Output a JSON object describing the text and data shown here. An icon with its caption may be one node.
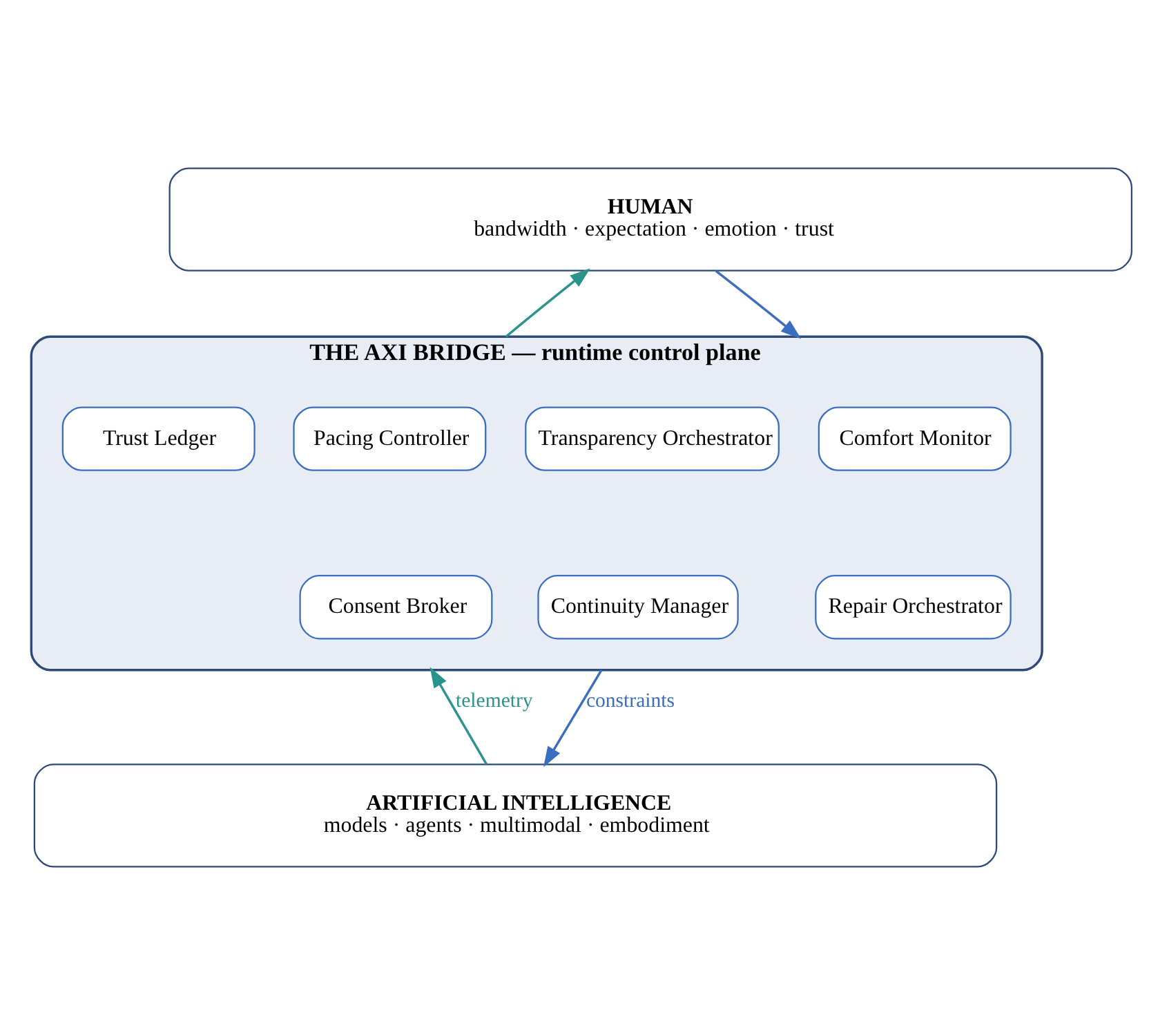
{
  "diagram": {
    "nodes": [
      {
        "text": [
          "HUMAN",
          "bandwidth · expectation · emotion · trust"
        ]
      },
      {
        "text": [
          "THE AXI BRIDGE — runtime control plane"
        ]
      },
      {
        "text": [
          "Pacing Controller"
        ],
        "in": 1
      },
      {
        "text": [
          "Transparency Orchestrator"
        ],
        "in": 1
      },
      {
        "text": [
          "Comfort Monitor"
        ],
        "in": 1
      },
      {
        "text": [
          "Trust Ledger"
        ],
        "in": 1
      },
      {
        "text": [
          "Consent Broker"
        ],
        "in": 1
      },
      {
        "text": [
          "Continuity Manager"
        ],
        "in": 1
      },
      {
        "text": [
          "Repair Orchestrator"
        ],
        "in": 1
      },
      {
        "text": [
          "ARTIFICIAL INTELLIGENCE",
          "models · agents · multimodal · embodiment"
        ]
      }
    ],
    "edges": [
      {
        "from": 1,
        "to": 0,
        "arrow": "to",
        "color": "#2a948c"
      },
      {
        "from": 0,
        "to": 1,
        "arrow": "to",
        "color": "#3a6ec0"
      },
      {
        "from": 9,
        "to": 1,
        "arrow": "to",
        "label": "telemetry",
        "color": "#2a948c"
      },
      {
        "from": 1,
        "to": 9,
        "arrow": "to",
        "label": "constraints",
        "color": "#3a6ec0"
      }
    ]
  }
}
